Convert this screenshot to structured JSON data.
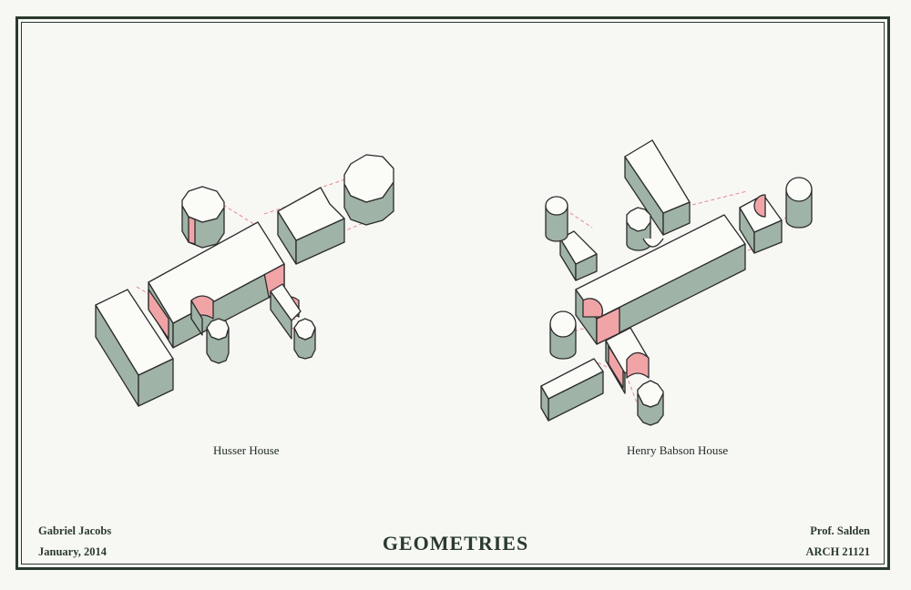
{
  "sheet": {
    "title": "GEOMETRIES",
    "author": "Gabriel Jacobs",
    "date": "January, 2014",
    "professor": "Prof. Salden",
    "course": "ARCH 21121"
  },
  "drawings": [
    {
      "caption": "Husser House"
    },
    {
      "caption": "Henry Babson House"
    }
  ],
  "colors": {
    "frame": "#2a3a2e",
    "shade": "#9fb3a6",
    "highlight": "#f0a4a6",
    "paper": "#f7f7f4"
  }
}
